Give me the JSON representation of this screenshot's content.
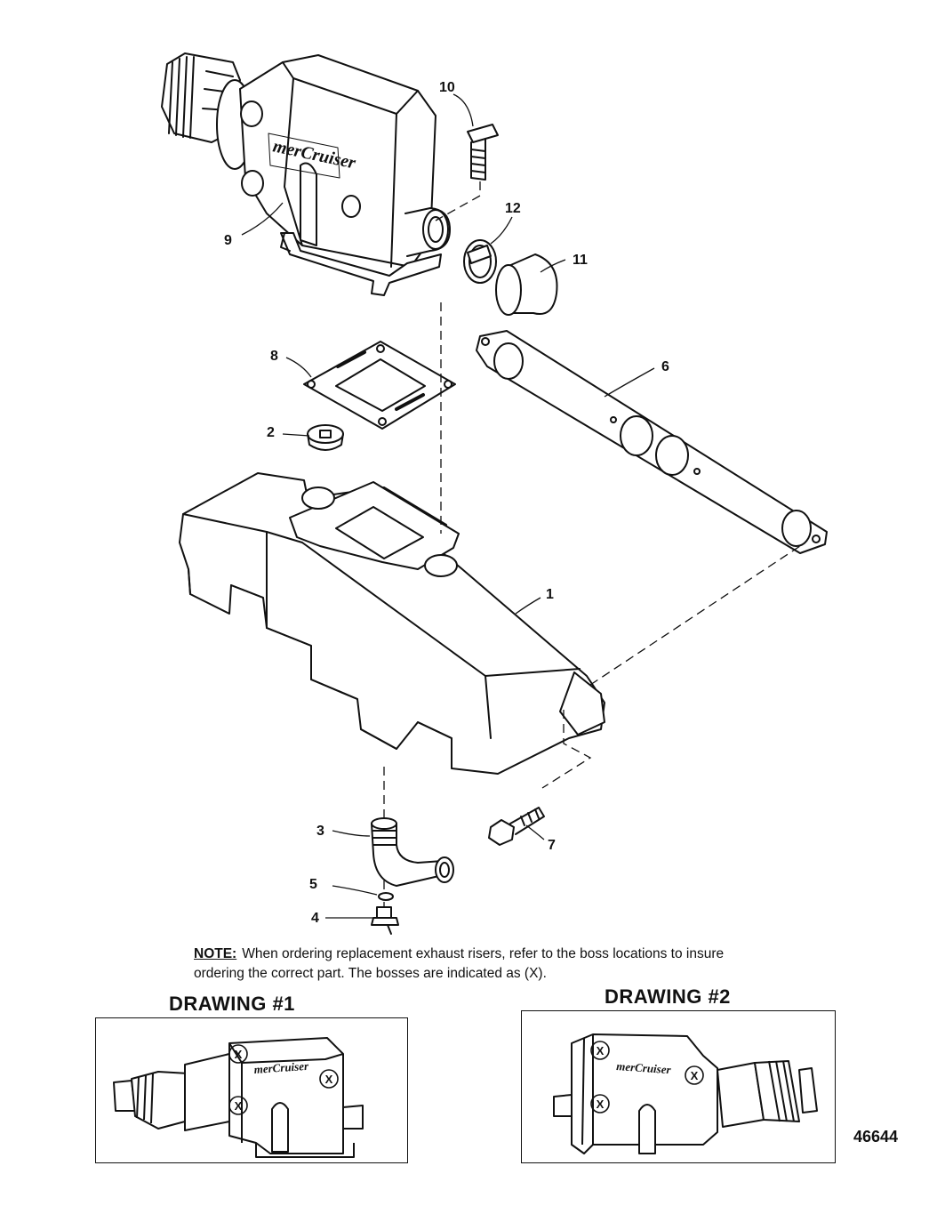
{
  "callouts": {
    "c1": "1",
    "c2": "2",
    "c3": "3",
    "c4": "4",
    "c5": "5",
    "c6": "6",
    "c7": "7",
    "c8": "8",
    "c9": "9",
    "c10": "10",
    "c11": "11",
    "c12": "12"
  },
  "brand_logo_text": "merCruiser",
  "note": {
    "label": "NOTE:",
    "text": "When ordering replacement exhaust risers, refer to the boss locations to insure ordering the correct part. The bosses are indicated as (X)."
  },
  "boss_marker": "X",
  "drawings": [
    {
      "title": "DRAWING #1"
    },
    {
      "title": "DRAWING #2"
    }
  ],
  "figure_number": "46644"
}
